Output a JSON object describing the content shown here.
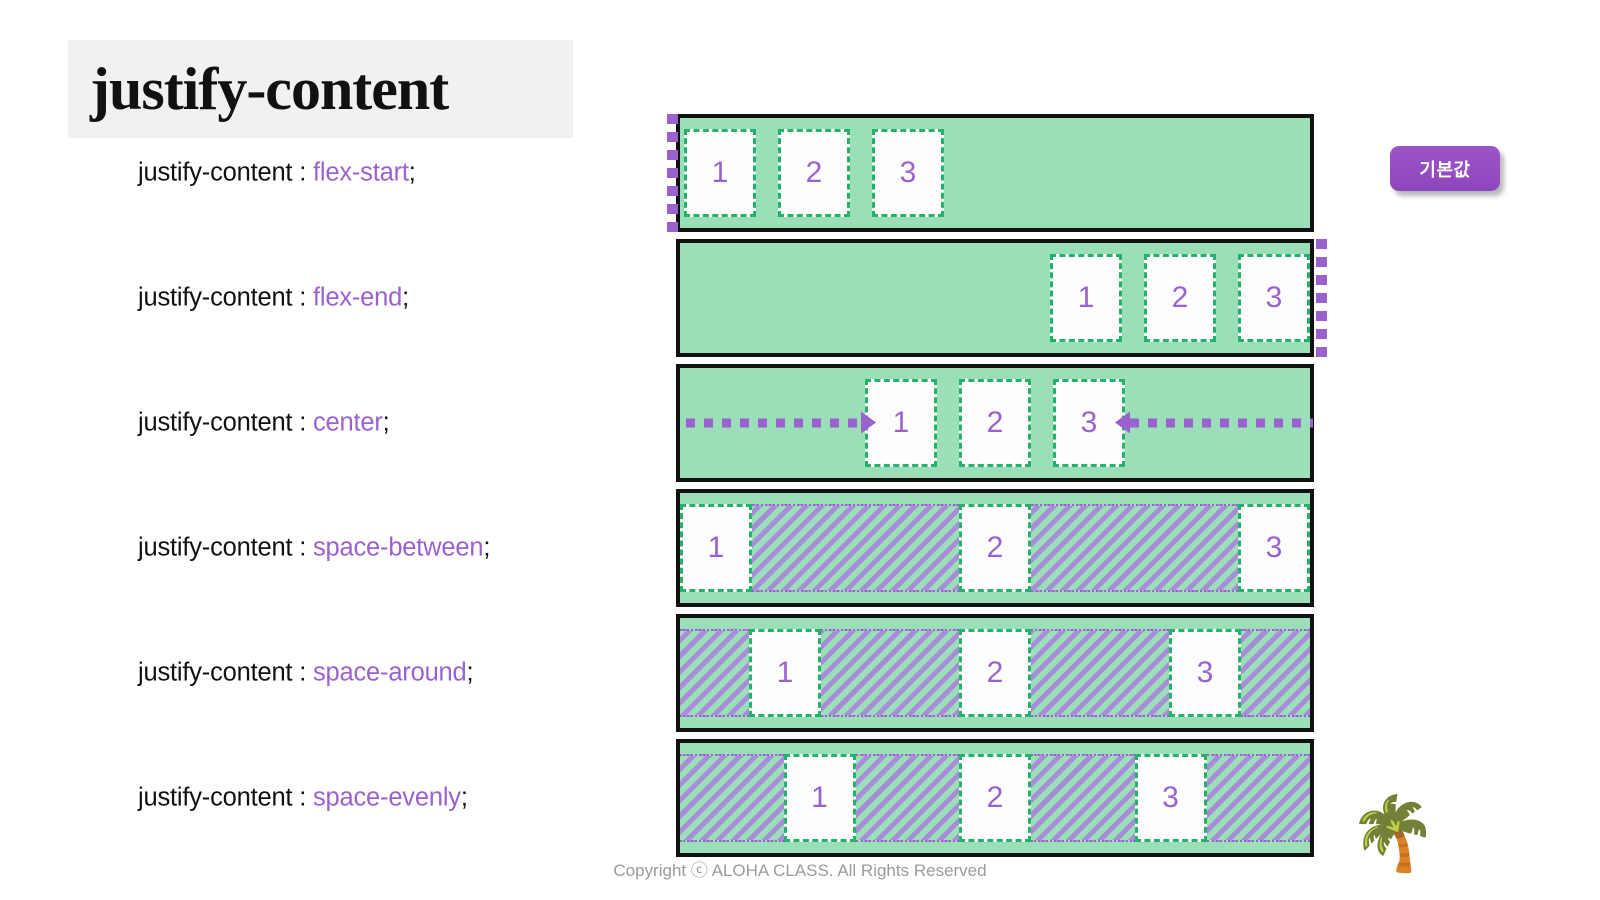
{
  "title": "justify-content",
  "property_name": "justify-content",
  "separator": " : ",
  "terminator": ";",
  "badge": {
    "label": "기본값"
  },
  "footer": {
    "text": "Copyright ⓒ ALOHA CLASS. All Rights Reserved"
  },
  "decoration": {
    "palm_icon": "🌴"
  },
  "colors": {
    "container_bg": "#9BDFB8",
    "container_border": "#111111",
    "item_bg": "#FDFDFD",
    "item_border": "#24B26B",
    "accent_purple": "#9A62CE",
    "hatch_purple": "#A98CD8",
    "title_bg": "#F1F1F1",
    "badge_bg": "#9B55C8",
    "footer_text": "#9B9B9B"
  },
  "items": {
    "one": "1",
    "two": "2",
    "three": "3"
  },
  "rows": [
    {
      "id": "flex-start",
      "value": "flex-start",
      "label": "justify-content : flex-start;",
      "marker": "left",
      "gaps": false,
      "arrows": false,
      "is_default": true
    },
    {
      "id": "flex-end",
      "value": "flex-end",
      "label": "justify-content : flex-end;",
      "marker": "right",
      "gaps": false,
      "arrows": false,
      "is_default": false
    },
    {
      "id": "center",
      "value": "center",
      "label": "justify-content : center;",
      "marker": "none",
      "gaps": false,
      "arrows": true,
      "is_default": false
    },
    {
      "id": "space-between",
      "value": "space-between",
      "label": "justify-content : space-between;",
      "marker": "none",
      "gaps": true,
      "arrows": false,
      "is_default": false
    },
    {
      "id": "space-around",
      "value": "space-around",
      "label": "justify-content : space-around;",
      "marker": "none",
      "gaps": true,
      "arrows": false,
      "is_default": false
    },
    {
      "id": "space-evenly",
      "value": "space-evenly",
      "label": "justify-content : space-evenly;",
      "marker": "none",
      "gaps": true,
      "arrows": false,
      "is_default": false
    }
  ]
}
